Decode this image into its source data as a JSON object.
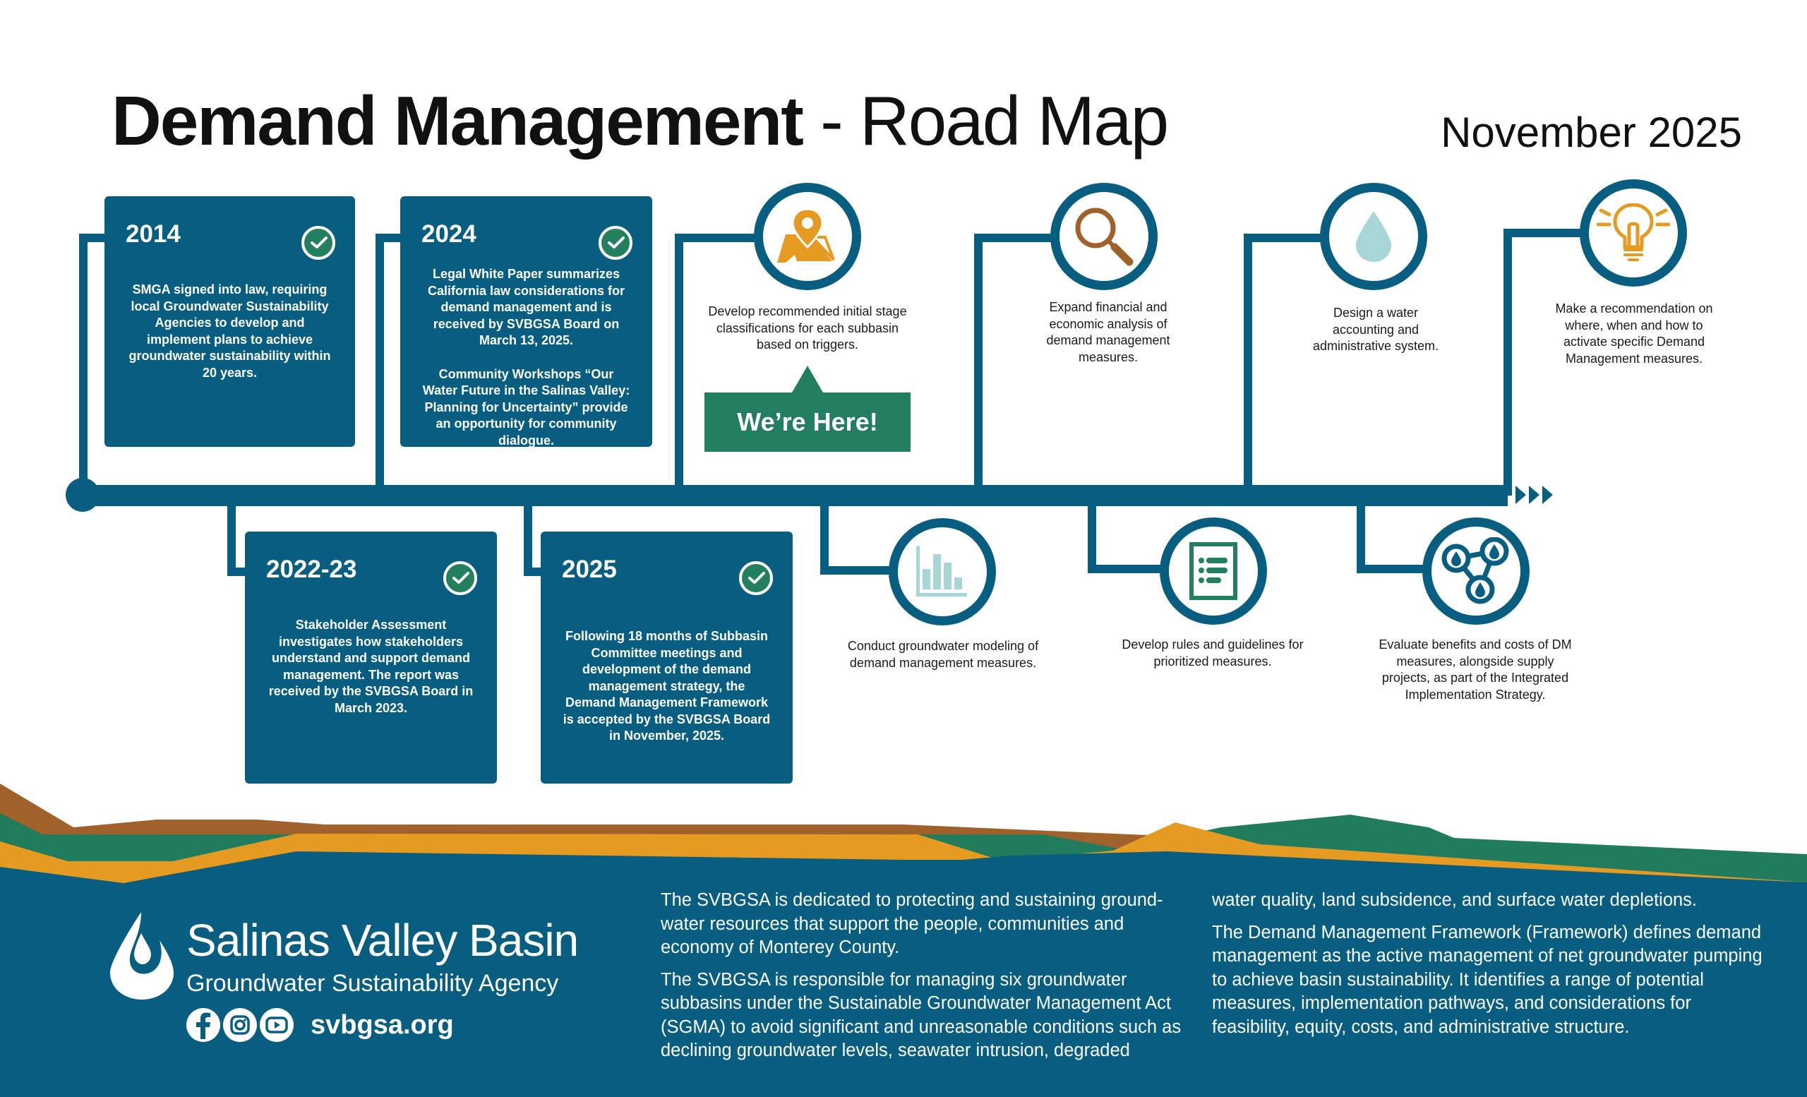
{
  "header": {
    "title_bold": "Demand Management",
    "title_light": " - Road Map",
    "date": "November 2025"
  },
  "colors": {
    "primary_blue": "#075e80",
    "check_green": "#22805f",
    "here_green": "#237d60",
    "brown": "#a0612a",
    "landscape_green": "#217c5e",
    "orange": "#e59a22",
    "icon_orange": "#e59a22",
    "icon_brown": "#a0612a",
    "icon_teal": "#a6d6d5"
  },
  "completed_milestones": [
    {
      "year": "2014",
      "status": "completed",
      "paragraphs": [
        "SMGA signed into law, requiring local Groundwater Sustainability Agencies to develop and implement plans to achieve groundwater sustainability within 20 years."
      ]
    },
    {
      "year": "2022-23",
      "status": "completed",
      "paragraphs": [
        "Stakeholder Assessment investigates how stakeholders understand and support demand management. The report was received by the SVBGSA Board in March 2023."
      ]
    },
    {
      "year": "2024",
      "status": "completed",
      "paragraphs": [
        "Legal White Paper summarizes California law considerations for demand management and is received by SVBGSA Board on March 13, 2025.",
        "Community Workshops “Our Water Future in the Salinas Valley: Planning for Uncertainty” provide an opportunity for community dialogue."
      ]
    },
    {
      "year": "2025",
      "status": "completed",
      "paragraphs": [
        "Following 18 months of Subbasin Committee meetings and development of the demand management strategy, the Demand Management Framework is accepted by the SVBGSA Board in November, 2025."
      ]
    }
  ],
  "upcoming_steps": [
    {
      "icon": "map-pin-icon",
      "text": "Develop recommended initial stage classifications for each subbasin based on triggers.",
      "current": true
    },
    {
      "icon": "bar-chart-icon",
      "text": "Conduct groundwater modeling of demand management measures."
    },
    {
      "icon": "magnifying-glass-icon",
      "text": "Expand financial and economic analysis of demand management measures."
    },
    {
      "icon": "document-list-icon",
      "text": "Develop rules and guidelines for prioritized measures."
    },
    {
      "icon": "water-drop-icon",
      "text": "Design a water accounting and administrative system."
    },
    {
      "icon": "network-drops-icon",
      "text": "Evaluate benefits and costs of DM measures, alongside supply projects, as part of the Integrated Implementation Strategy."
    },
    {
      "icon": "lightbulb-icon",
      "text": "Make a recommendation on where, when and how to activate specific Demand Management measures."
    }
  ],
  "current_marker": {
    "label": "We’re Here!"
  },
  "footer": {
    "org_name": "Salinas Valley Basin",
    "org_subtitle": "Groundwater Sustainability Agency",
    "website": "svbgsa.org",
    "socials": [
      "facebook-icon",
      "instagram-icon",
      "youtube-icon"
    ],
    "about_col1": [
      "The SVBGSA is dedicated to protecting and sustaining ground-water resources that support the people, communities and economy of Monterey County.",
      "The SVBGSA is responsible for managing six groundwater subbasins under the Sustainable Groundwater Management Act (SGMA) to avoid significant and unreasonable conditions such as declining groundwater levels, seawater intrusion, degraded"
    ],
    "about_col2": [
      "water quality, land subsidence, and surface water depletions.",
      "The Demand Management Framework (Framework) defines demand management as the active management of net groundwater pumping to achieve basin sustainability. It identifies a range of potential measures, implementation pathways, and considerations for feasibility, equity, costs, and administrative structure."
    ]
  }
}
